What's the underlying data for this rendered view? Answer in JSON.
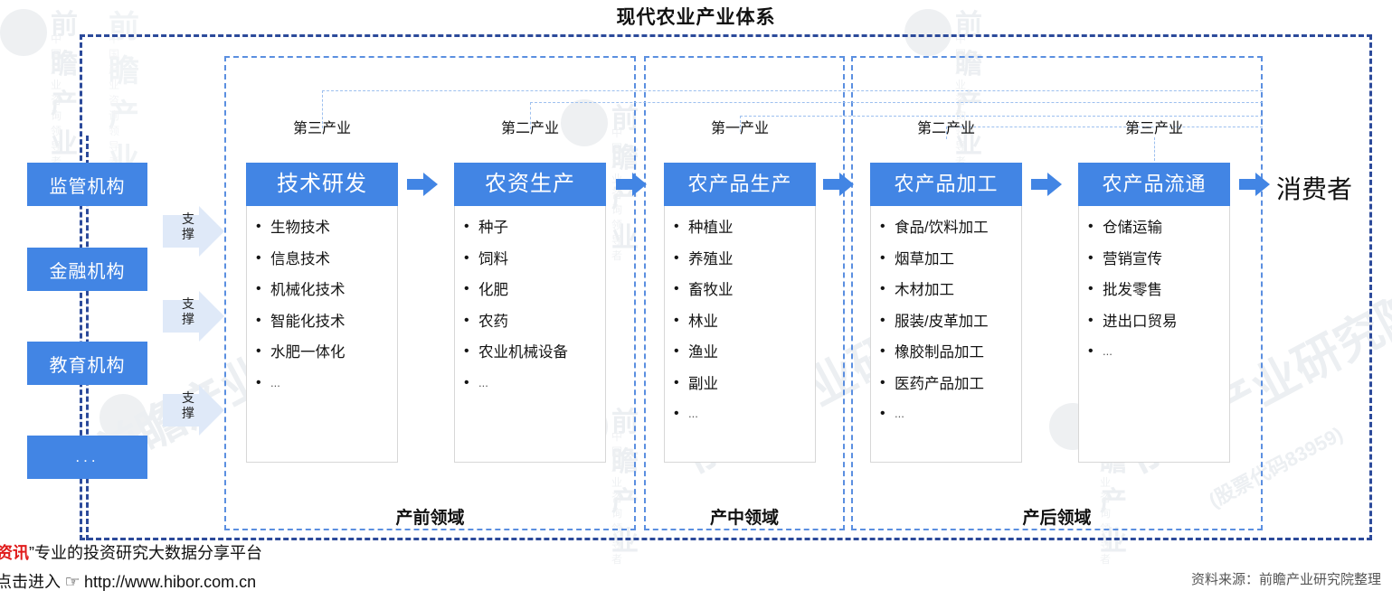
{
  "title": "现代农业产业体系",
  "institutions": {
    "items": [
      {
        "label": "监管机构"
      },
      {
        "label": "金融机构"
      },
      {
        "label": "教育机构"
      },
      {
        "label": "..."
      }
    ],
    "support_label_chars": [
      "支",
      "撑"
    ]
  },
  "columns": [
    {
      "tier": "第三产业",
      "head": "技术研发",
      "items": [
        "生物技术",
        "信息技术",
        "机械化技术",
        "智能化技术",
        "水肥一体化",
        "..."
      ]
    },
    {
      "tier": "第二产业",
      "head": "农资生产",
      "items": [
        "种子",
        "饲料",
        "化肥",
        "农药",
        "农业机械设备",
        "..."
      ]
    },
    {
      "tier": "第一产业",
      "head": "农产品生产",
      "items": [
        "种植业",
        "养殖业",
        "畜牧业",
        "林业",
        "渔业",
        "副业",
        "..."
      ]
    },
    {
      "tier": "第二产业",
      "head": "农产品加工",
      "items": [
        "食品/饮料加工",
        "烟草加工",
        "木材加工",
        "服装/皮革加工",
        "橡胶制品加工",
        "医药产品加工",
        "..."
      ]
    },
    {
      "tier": "第三产业",
      "head": "农产品流通",
      "items": [
        "仓储运输",
        "营销宣传",
        "批发零售",
        "进出口贸易",
        "..."
      ]
    }
  ],
  "consumer": "消费者",
  "stages": [
    {
      "label": "产前领域"
    },
    {
      "label": "产中领域"
    },
    {
      "label": "产后领域"
    }
  ],
  "footer": {
    "brand_red": "博资讯",
    "brand_quote": "”",
    "tagline": "专业的投资研究大数据分享平台",
    "click_text": "点击进入",
    "cursor_icon": "☞",
    "url": "http://www.hibor.com.cn",
    "source": "资料来源：前瞻产业研究院整理"
  },
  "watermark": {
    "brand": "前瞻产业",
    "sub": "中国产业咨询领导者",
    "research": "前瞻产业研究院",
    "code": "(股票代码83959)"
  },
  "colors": {
    "accent": "#4285e4",
    "outer_frame": "#2c4a9a",
    "stage_frame": "#5b8fe0",
    "connector": "#9dc0ef",
    "support_arrow": "#dfe9f8"
  }
}
